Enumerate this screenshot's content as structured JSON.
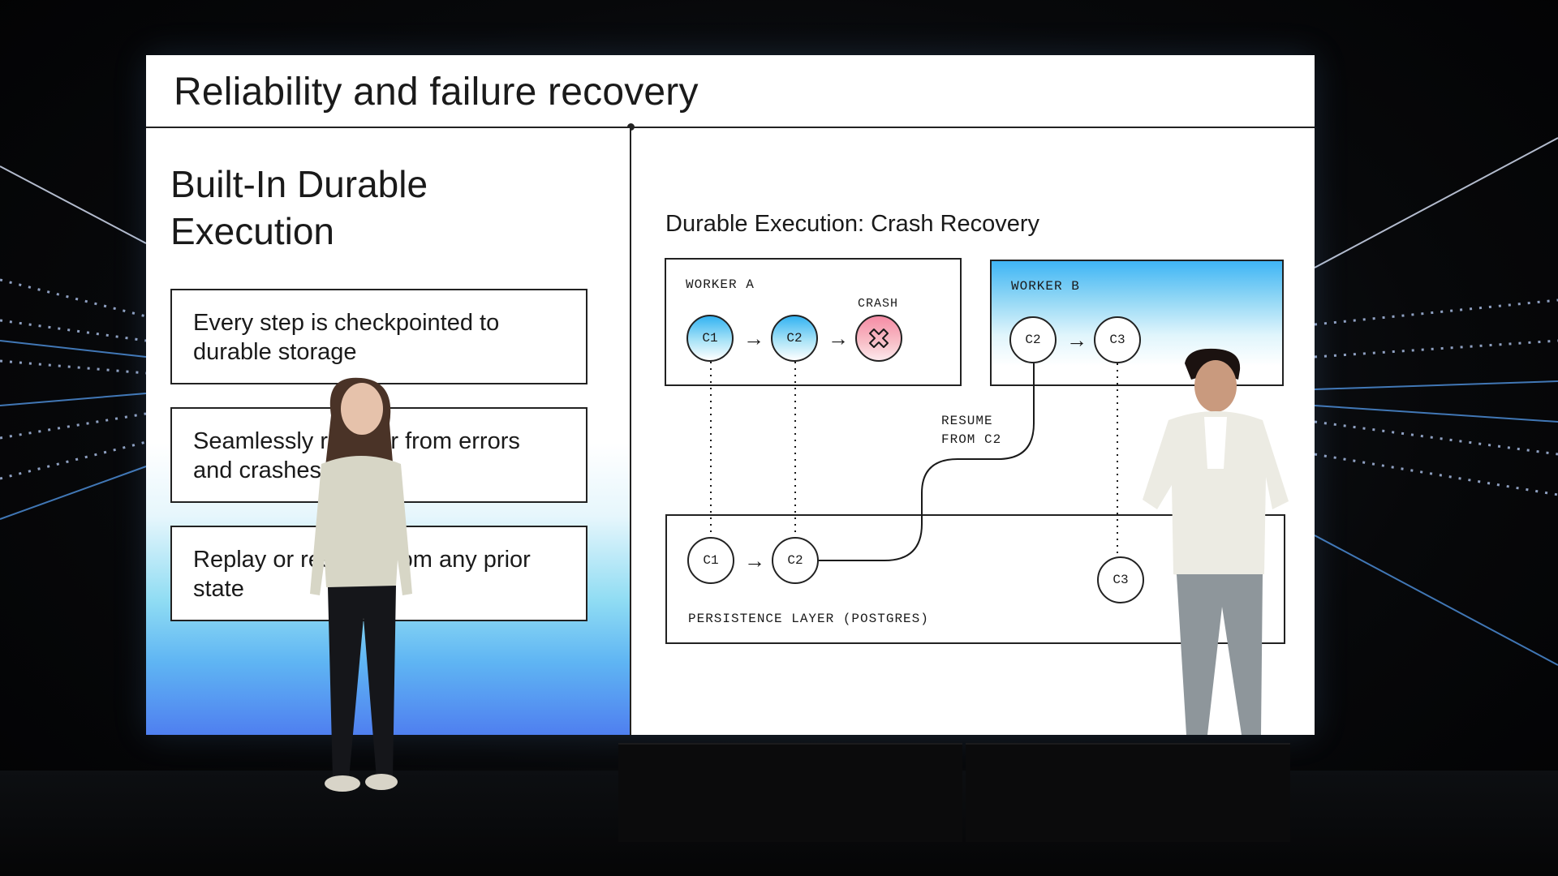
{
  "slide": {
    "title": "Reliability and failure recovery",
    "left_heading": "Built-In Durable Execution",
    "cards": [
      "Every step is checkpointed to durable storage",
      "Seamlessly recover from errors and crashes",
      "Replay or resume from any prior state"
    ],
    "diagram": {
      "title": "Durable Execution: Crash Recovery",
      "worker_a": {
        "label": "WORKER A",
        "crash_label": "CRASH",
        "nodes": [
          "C1",
          "C2"
        ]
      },
      "worker_b": {
        "label": "WORKER B",
        "nodes": [
          "C2",
          "C3"
        ]
      },
      "resume_label": [
        "RESUME",
        "FROM C2"
      ],
      "persistence": {
        "label": "PERSISTENCE LAYER (POSTGRES)",
        "nodes": [
          "C1",
          "C2",
          "C3"
        ]
      },
      "arrow_glyph": "→",
      "crash_icon": "x-cross-icon"
    }
  },
  "colors": {
    "accent_blue": "#33b3f2",
    "crash_pink": "#f58ca5",
    "ink": "#1a1a1a"
  }
}
